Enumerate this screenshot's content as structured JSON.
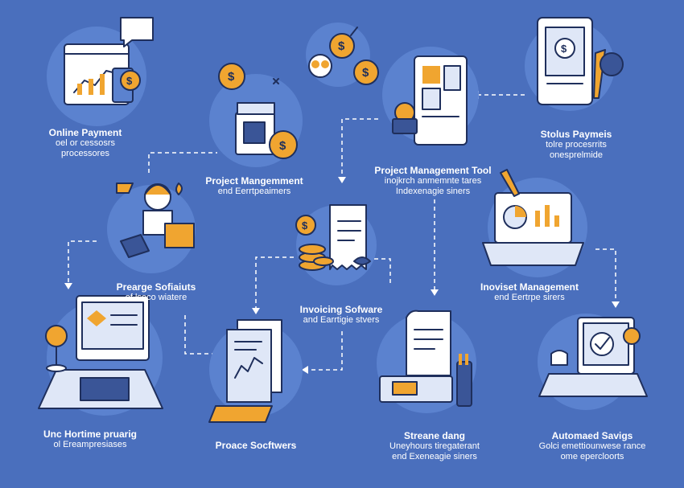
{
  "nodes": [
    {
      "id": "online-payment",
      "title": "Online Payment",
      "sub": [
        "oel or cessosrs",
        "processores"
      ]
    },
    {
      "id": "coins",
      "title": "",
      "sub": []
    },
    {
      "id": "project-mangemment",
      "title": "Project Mangemment",
      "sub": [
        "end Eerrtpeaimers"
      ]
    },
    {
      "id": "project-management-tool",
      "title": "Project Management Tool",
      "sub": [
        "inojkrch anmemnte tares",
        "Indexenagie siners"
      ]
    },
    {
      "id": "stolus-paymeis",
      "title": "Stolus Paymeis",
      "sub": [
        "tolre procesrrits",
        "onesprelmide"
      ]
    },
    {
      "id": "prearge-sofiaiuts",
      "title": "Prearge Sofiaiuts",
      "sub": [
        "of lseco wiatere"
      ]
    },
    {
      "id": "invoicing-sofware",
      "title": "Invoicing Sofware",
      "sub": [
        "and Earrtigie stvers"
      ]
    },
    {
      "id": "inoviset-management",
      "title": "Inoviset Management",
      "sub": [
        "end Eertrpe sirers"
      ]
    },
    {
      "id": "unc-hortime",
      "title": "Unc Hortime pruarig",
      "sub": [
        "ol Ereampresiases"
      ]
    },
    {
      "id": "proace-socftwers",
      "title": "Proace Socftwers",
      "sub": []
    },
    {
      "id": "streane-dang",
      "title": "Streane dang",
      "sub": [
        "Uneyhours tiregaterant",
        "end Exeneagie siners"
      ]
    },
    {
      "id": "automaed-savigs",
      "title": "Automaed Savigs",
      "sub": [
        "Golci emettiounwese rance",
        "ome epercloorts"
      ]
    }
  ],
  "colors": {
    "background": "#4a6fbd",
    "circle": "#5b82cf",
    "accent": "#f0a530",
    "outline": "#1f2f5c",
    "text": "#ffffff"
  },
  "icons": {
    "online-payment": "browser-chart-icon",
    "coins": "coins-people-icon",
    "project-mangemment": "safe-coins-icon",
    "project-management-tool": "tablet-dashboard-icon",
    "stolus-paymeis": "tablet-pen-icon",
    "prearge-sofiaiuts": "person-box-icon",
    "invoicing-sofware": "receipt-coins-icon",
    "inoviset-management": "laptop-chart-icon",
    "unc-hortime": "monitor-lamp-icon",
    "proace-socftwers": "document-chart-icon",
    "streane-dang": "receipt-tools-icon",
    "automaed-savigs": "laptop-check-icon"
  }
}
